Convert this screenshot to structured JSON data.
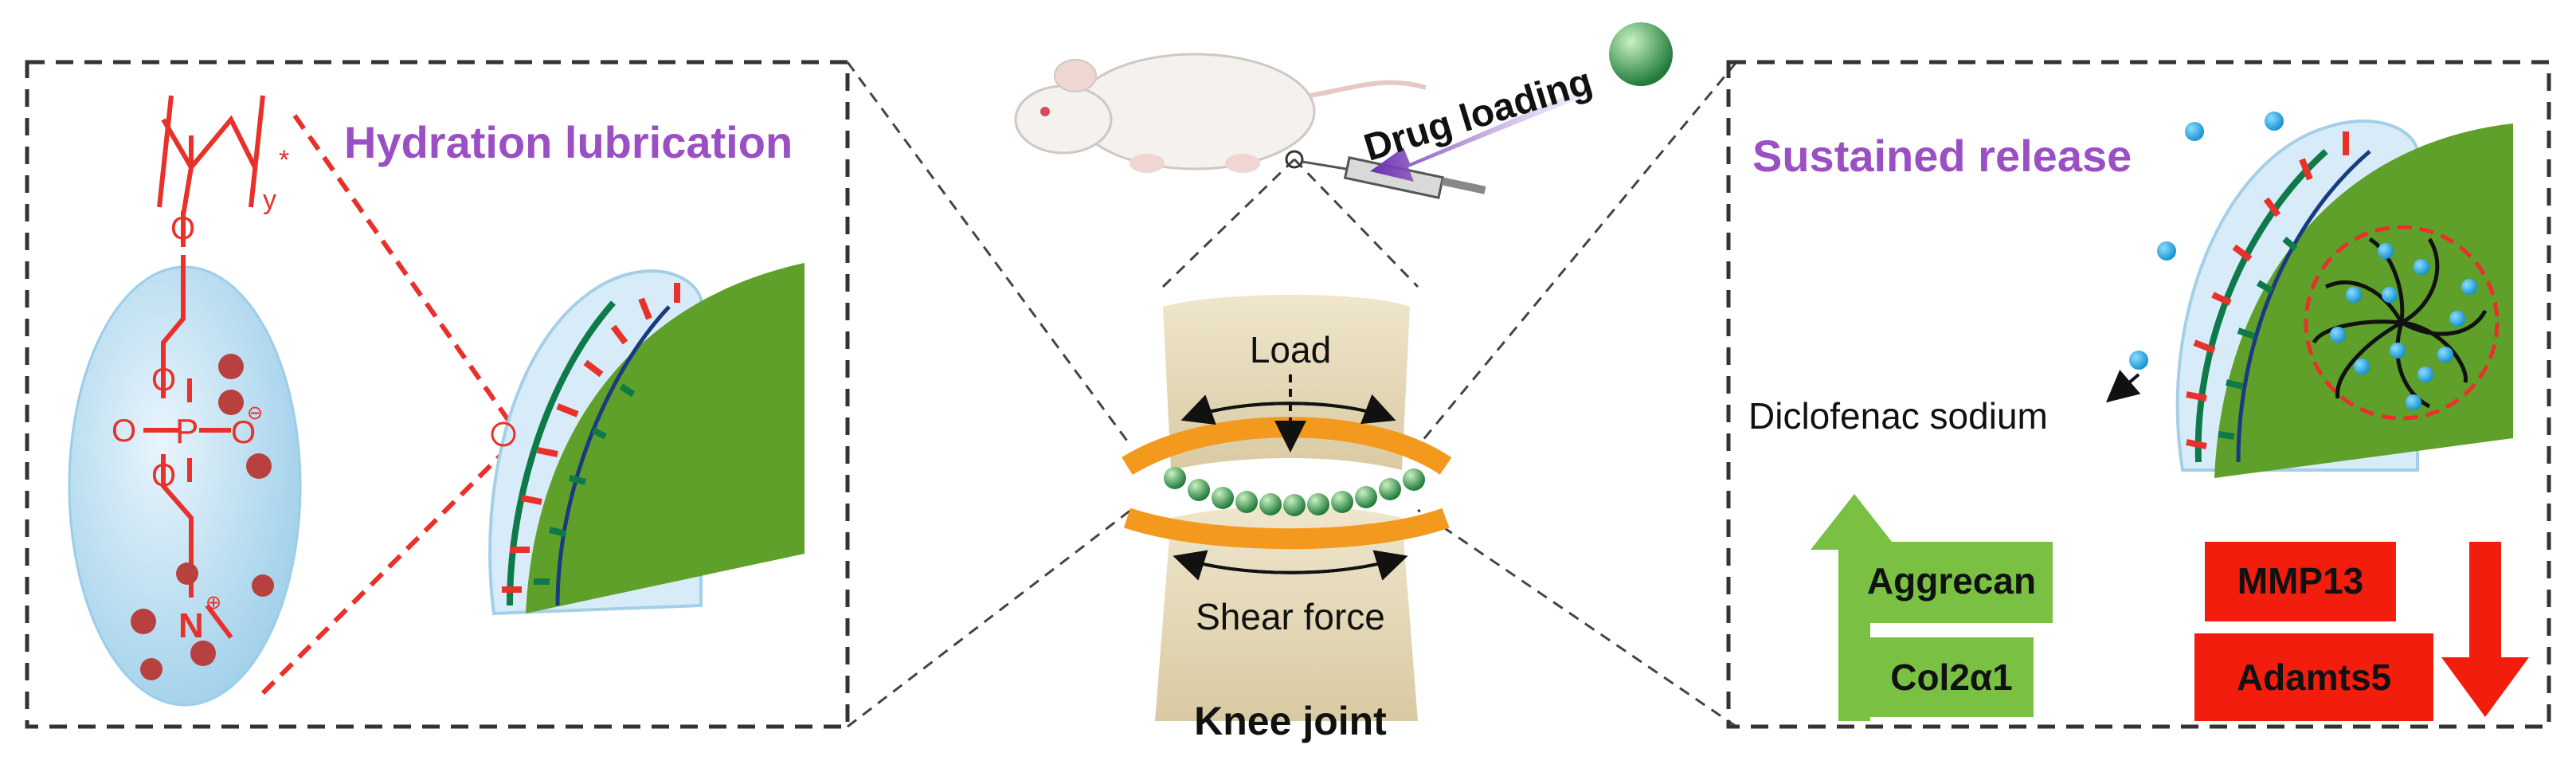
{
  "left_panel": {
    "title": "Hydration lubrication",
    "subscript_y": "y",
    "asterisk": "*",
    "atom_o": "O",
    "atom_p": "P",
    "atom_n": "N",
    "charge_minus": "⊖",
    "charge_plus": "⊕"
  },
  "center_panel": {
    "drug_loading": "Drug loading",
    "load_label": "Load",
    "shear_label": "Shear force",
    "knee_label": "Knee joint"
  },
  "right_panel": {
    "title": "Sustained release",
    "drug_name": "Diclofenac sodium",
    "upregulated": [
      "Aggrecan",
      "Col2α1"
    ],
    "downregulated": [
      "MMP13",
      "Adamts5"
    ]
  },
  "colors": {
    "title_purple": "#9b4fc4",
    "chem_red": "#e8312a",
    "cartilage_green": "#5fa02a",
    "liposome_blue": "#bfe0f3",
    "drug_dot_blue": "#1ea7df",
    "up_green": "#7ac143",
    "down_red": "#f21d0c",
    "bone_tan": "#eadfc2",
    "cartilage_orange": "#f39a1e"
  }
}
